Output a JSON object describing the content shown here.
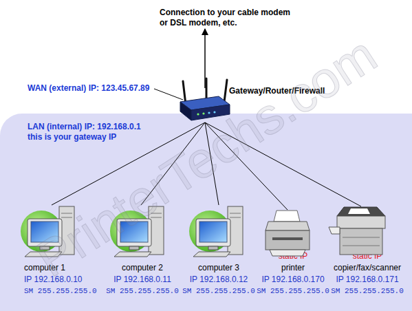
{
  "diagram": {
    "nodes": [
      {
        "text": [
          "Connection to your cable modem or DSL modem, etc."
        ]
      },
      {
        "text": [
          "Gateway/Router/Firewall"
        ]
      },
      {
        "text": [
          "LAN (internal) IP: 192.168.0.1 this is your gateway IP"
        ]
      },
      {
        "text": [
          "computer 1",
          "IP 192.168.0.10",
          "SM 255.255.255.0"
        ],
        "in": 2
      },
      {
        "text": [
          "computer 2",
          "IP 192.168.0.11",
          "SM 255.255.255.0"
        ],
        "in": 2
      },
      {
        "text": [
          "computer 3",
          "IP 192.168.0.12",
          "SM 255.255.255.0"
        ],
        "in": 2
      },
      {
        "text": [
          "static IP",
          "printer",
          "IP 192.168.0.170",
          "SM 255.255.255.0"
        ],
        "in": 2
      },
      {
        "text": [
          "static IP",
          "copier/fax/scanner",
          "IP 192.168.0.171",
          "SM 255.255.255.0"
        ],
        "in": 2
      }
    ],
    "edges": [
      {
        "from": 1,
        "to": 0,
        "arrow": "to"
      },
      {
        "from": 1,
        "to": 3,
        "arrow": "none"
      },
      {
        "from": 1,
        "to": 4,
        "arrow": "none"
      },
      {
        "from": 1,
        "to": 5,
        "arrow": "none"
      },
      {
        "from": 1,
        "to": 6,
        "arrow": "none"
      },
      {
        "from": 1,
        "to": 7,
        "arrow": "none"
      }
    ],
    "labels": [
      "WAN (external) IP: 123.45.67.89",
      "PrinterTechs.com"
    ]
  }
}
